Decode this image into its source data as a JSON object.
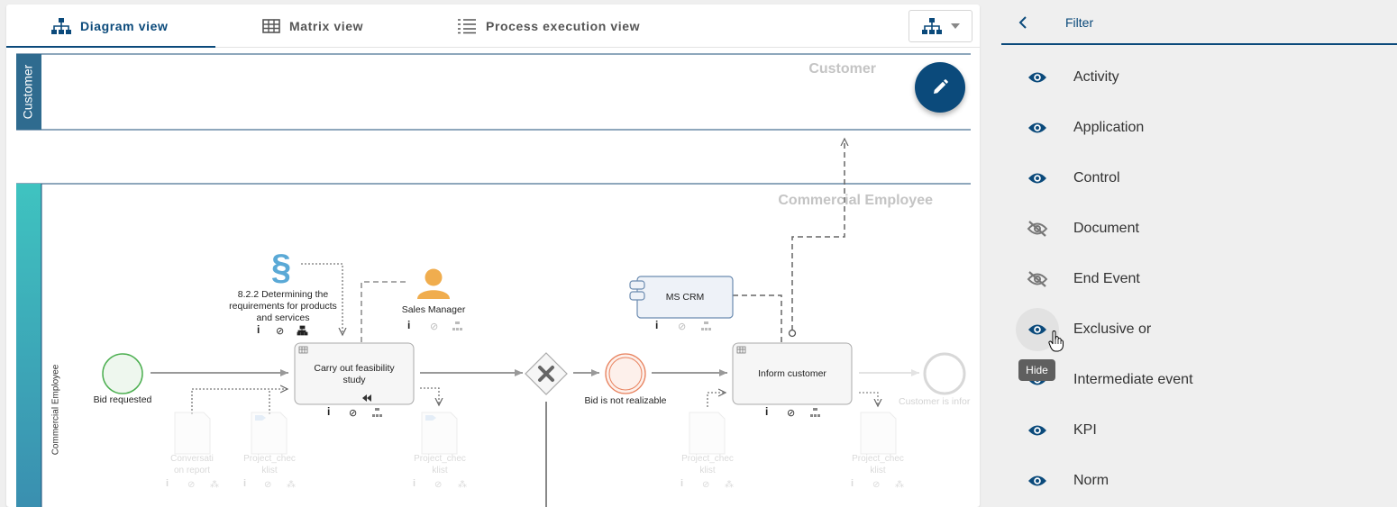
{
  "tabs": [
    {
      "label": "Diagram view",
      "icon": "hierarchy-icon",
      "active": true
    },
    {
      "label": "Matrix view",
      "icon": "grid-icon",
      "active": false
    },
    {
      "label": "Process execution view",
      "icon": "list-icon",
      "active": false
    }
  ],
  "diagram": {
    "lanes": {
      "customer_tab": "Customer",
      "customer_title": "Customer",
      "commercial_title": "Commercial Employee",
      "commercial_tab": "Commercial Employee"
    },
    "norm": {
      "line1": "8.2.2 Determining the",
      "line2": "requirements for products",
      "line3": "and services"
    },
    "role": "Sales Manager",
    "application": "MS CRM",
    "start_event": "Bid requested",
    "activity1": {
      "line1": "Carry out feasibility",
      "line2": "study"
    },
    "end_event1": "Bid is not realizable",
    "activity2": "Inform customer",
    "end_event2": "Customer is infor",
    "doc1": {
      "line1": "Conversati",
      "line2": "on report"
    },
    "doc2": {
      "line1": "Project_chec",
      "line2": "klist"
    },
    "doc3": {
      "line1": "Project_chec",
      "line2": "klist"
    },
    "doc4": {
      "line1": "Project_chec",
      "line2": "klist"
    },
    "doc5": {
      "line1": "Project_chec",
      "line2": "klist"
    }
  },
  "filter": {
    "title": "Filter",
    "items": [
      {
        "label": "Activity",
        "visible": true
      },
      {
        "label": "Application",
        "visible": true
      },
      {
        "label": "Control",
        "visible": true
      },
      {
        "label": "Document",
        "visible": false
      },
      {
        "label": "End Event",
        "visible": false
      },
      {
        "label": "Exclusive or",
        "visible": true
      },
      {
        "label": "Intermediate event",
        "visible": true
      },
      {
        "label": "KPI",
        "visible": true
      },
      {
        "label": "Norm",
        "visible": true
      }
    ],
    "tooltip": "Hide"
  },
  "colors": {
    "primary": "#0b4a7b",
    "lane_customer": "#2e6a8e",
    "lane_commercial": "#3fbfbf",
    "start_event": "#4caf50",
    "end_event": "#e8825e"
  }
}
